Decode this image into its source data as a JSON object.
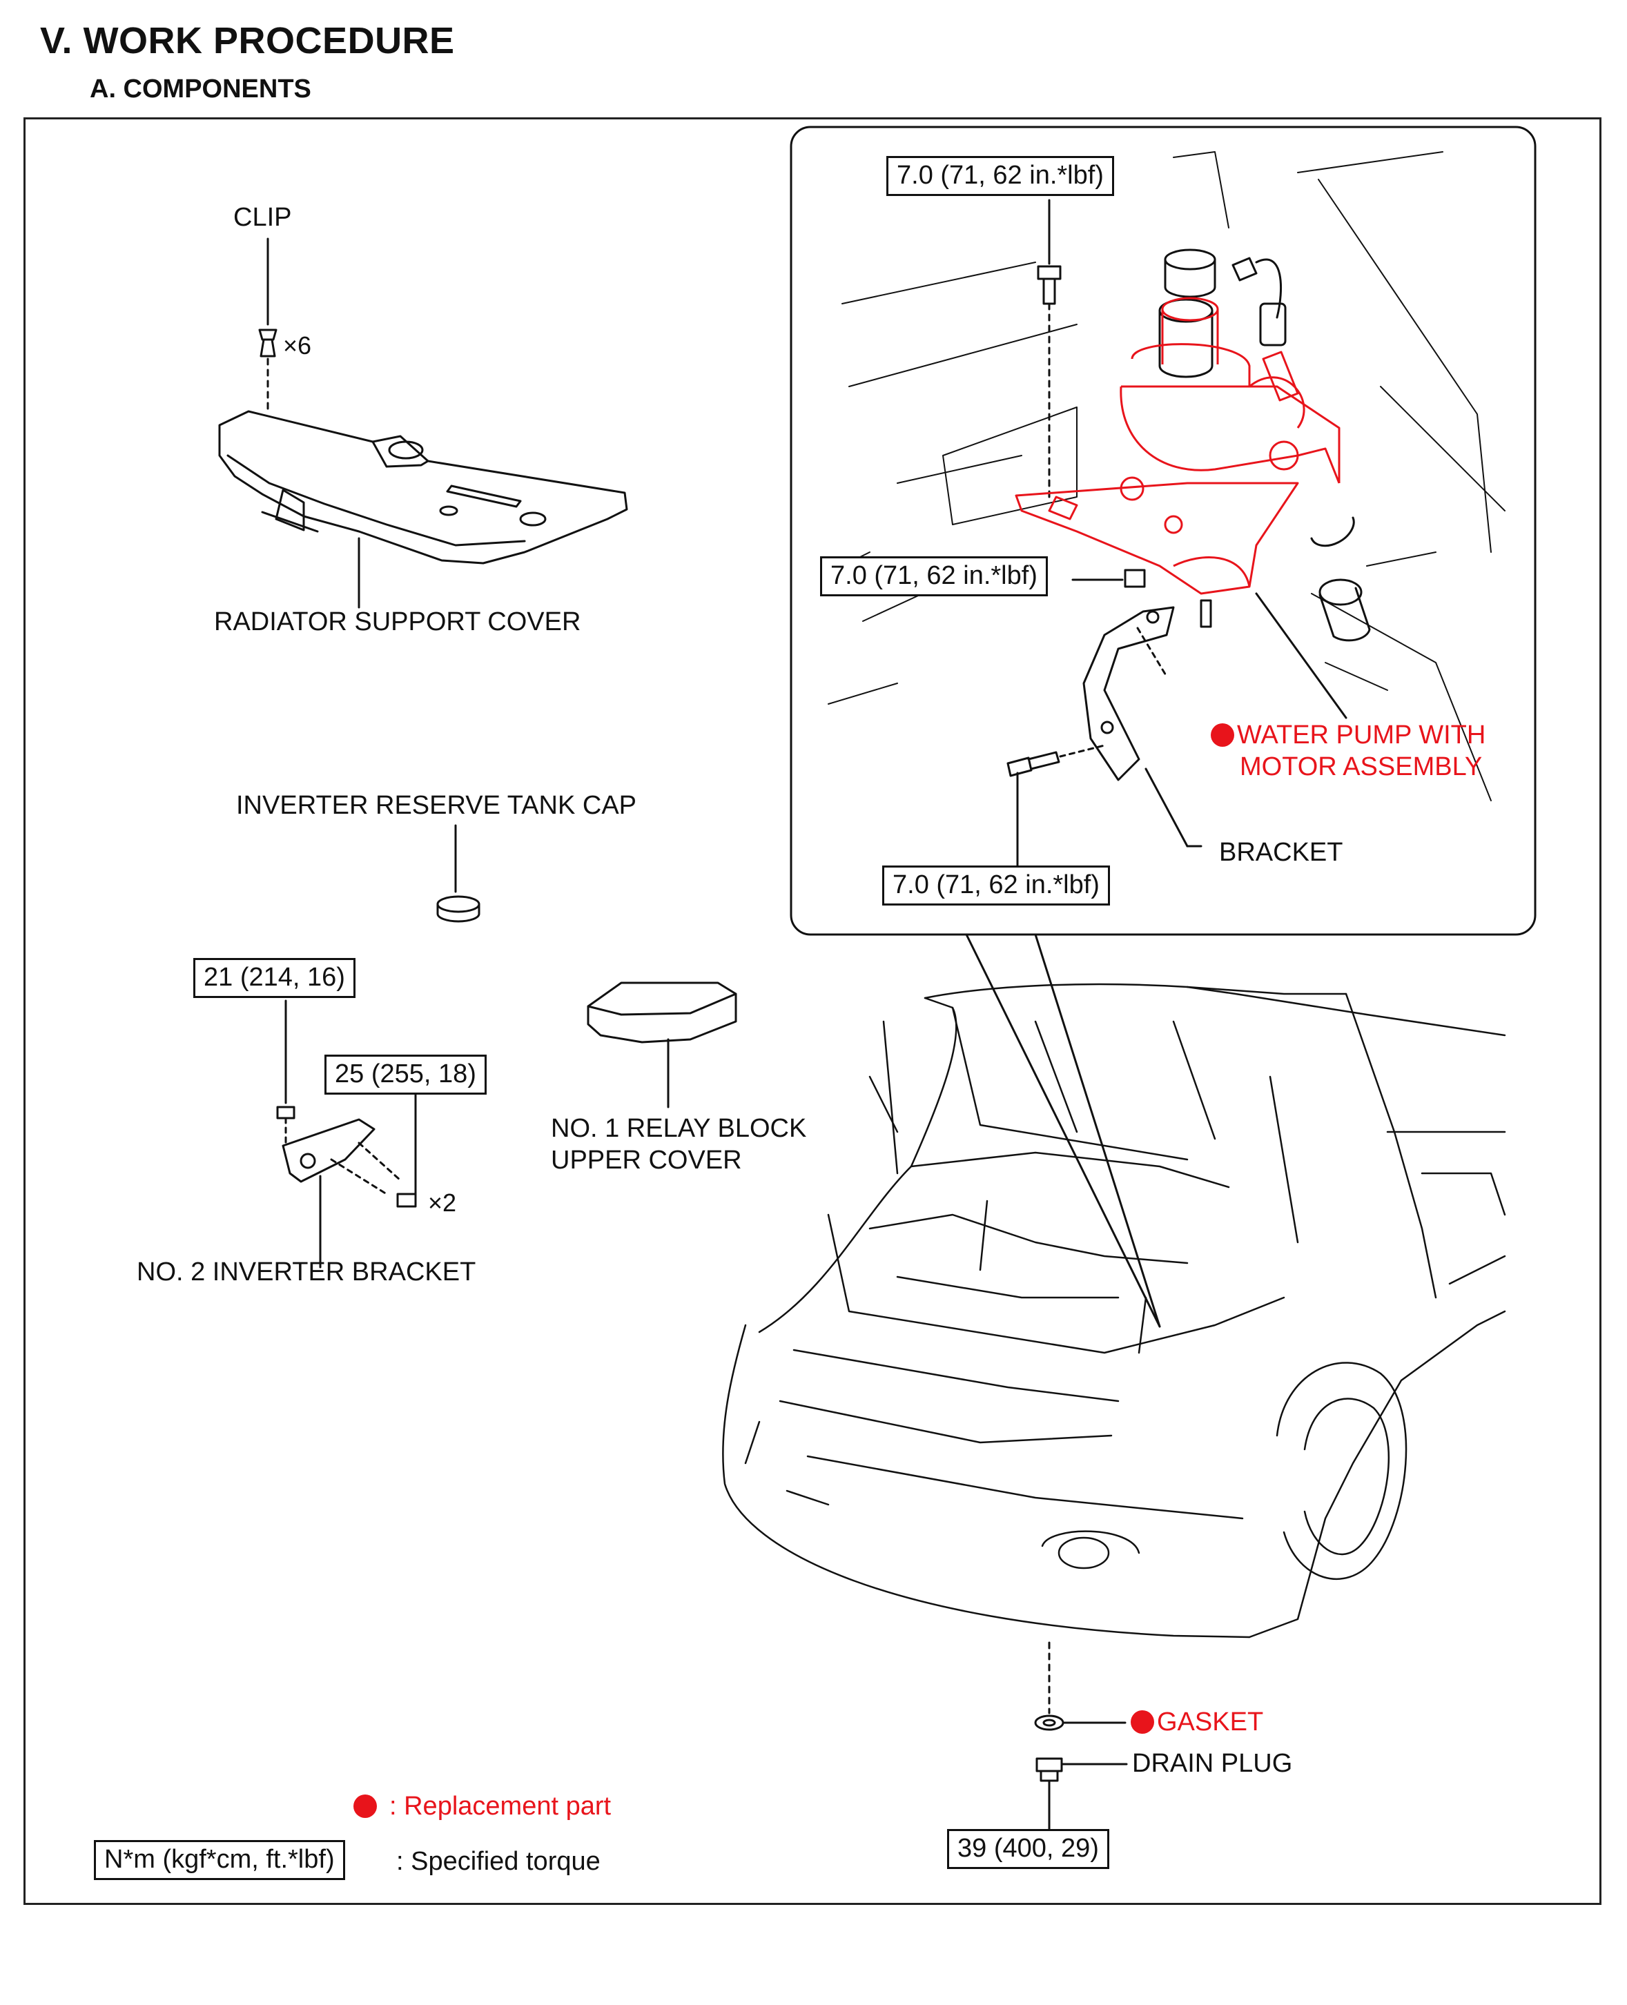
{
  "header": {
    "section": "V.  WORK PROCEDURE",
    "subsection": "A.  COMPONENTS"
  },
  "labels": {
    "clip": "CLIP",
    "clip_qty": "×6",
    "radiator_support_cover": "RADIATOR SUPPORT COVER",
    "inverter_tank_cap": "INVERTER RESERVE TANK CAP",
    "relay_block_line1": "NO. 1 RELAY BLOCK",
    "relay_block_line2": "UPPER COVER",
    "inverter_bracket": "NO. 2 INVERTER BRACKET",
    "bolt_qty": "×2",
    "water_pump_line1": "WATER PUMP WITH",
    "water_pump_line2": "MOTOR ASSEMBLY",
    "bracket": "BRACKET",
    "gasket": "GASKET",
    "drain_plug": "DRAIN PLUG"
  },
  "torques": {
    "pump_top": "7.0 (71, 62 in.*lbf)",
    "pump_middle": "7.0 (71, 62 in.*lbf)",
    "pump_bottom": "7.0 (71, 62 in.*lbf)",
    "inverter_bracket_bolt": "21 (214, 16)",
    "inverter_bracket_nuts": "25 (255, 18)",
    "drain_plug": "39 (400, 29)"
  },
  "legend": {
    "replacement": ": Replacement part",
    "torque_box": "N*m (kgf*cm, ft.*lbf)",
    "torque_text": ": Specified torque"
  },
  "colors": {
    "replacement_red": "#e8141b",
    "line": "#111111"
  }
}
